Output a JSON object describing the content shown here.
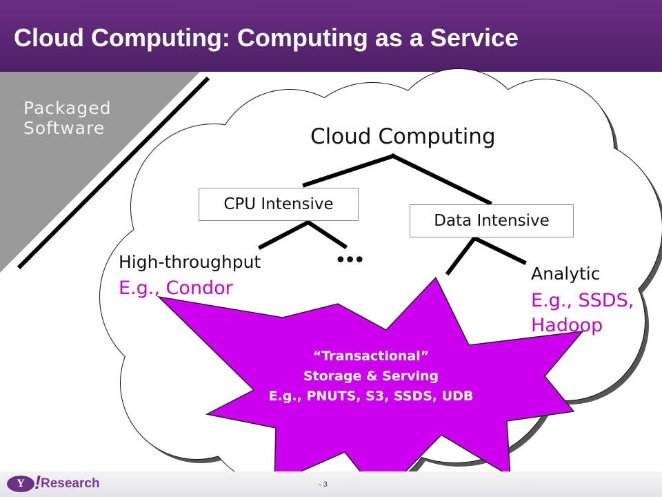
{
  "slide": {
    "title": "Cloud Computing: Computing as a Service",
    "page_number": "- 3",
    "footer_brand": "Research",
    "logo_letter": "Y",
    "logo_mark": "!"
  },
  "diagram": {
    "packaged_software": [
      "Packaged",
      "Software"
    ],
    "cloud_heading": "Cloud Computing",
    "cpu_intensive": "CPU Intensive",
    "data_intensive": "Data Intensive",
    "high_throughput": {
      "label": "High-throughput",
      "example": "E.g., Condor"
    },
    "ellipsis": "•••",
    "analytic": {
      "label": "Analytic",
      "example_line1": "E.g., SSDS,",
      "example_line2": "Hadoop"
    },
    "transactional": {
      "line1": "“Transactional”",
      "line2": "Storage & Serving",
      "line3": "E.g., PNUTS, S3, SSDS, UDB"
    }
  },
  "colors": {
    "title_bar": "#5a2474",
    "highlight_text": "#cc00cc",
    "burst_fill": "#cc00ee",
    "packaged_fill": "#999999"
  }
}
